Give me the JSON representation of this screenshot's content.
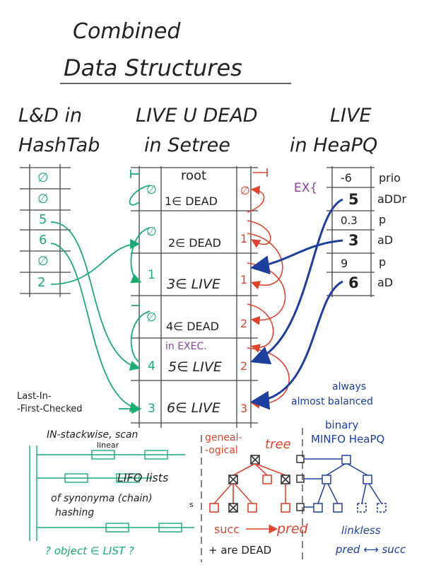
{
  "title": {
    "line1": "Combined",
    "line2": "Data Structures"
  },
  "columns": {
    "hash": {
      "line1": "L&D in",
      "line2": "HashTab"
    },
    "setree": {
      "line1": "LIVE U DEAD",
      "line2": "in Setree"
    },
    "heap": {
      "line1": "LIVE",
      "line2": "in HeaPQ"
    }
  },
  "hashtab": {
    "slots": [
      "∅",
      "∅",
      "5",
      "6",
      "∅",
      "2"
    ]
  },
  "setree": {
    "root": "root",
    "entries": [
      {
        "id": "1",
        "text": "1∈ DEAD",
        "state": "dead",
        "pred": "∅",
        "succ": "∅"
      },
      {
        "id": "2",
        "text": "2∈ DEAD",
        "state": "dead",
        "pred": "∅",
        "succ": "1"
      },
      {
        "id": "3",
        "text": "3∈ LIVE",
        "state": "live",
        "pred": "1",
        "succ": "1"
      },
      {
        "id": "4",
        "text": "4∈ DEAD",
        "state": "dead",
        "pred": "∅",
        "succ": "2"
      },
      {
        "id": "5",
        "text": "5∈ LIVE",
        "state": "live",
        "pred": "4",
        "succ": "2"
      },
      {
        "id": "6",
        "text": "6∈ LIVE",
        "state": "live",
        "pred": "3",
        "succ": "3"
      }
    ],
    "exec_note": "in EXEC."
  },
  "heap": {
    "ex_label": "EX{",
    "rows": [
      {
        "num": "-6",
        "label": "prio"
      },
      {
        "num": "5",
        "label": "aDDr"
      },
      {
        "num": "0.3",
        "label": "p"
      },
      {
        "num": "3",
        "label": "aD"
      },
      {
        "num": "9",
        "label": "p"
      },
      {
        "num": "6",
        "label": "aD"
      }
    ],
    "note_line1": "always",
    "note_line2": "almost balanced"
  },
  "notes": {
    "lifc_line1": "Last-In-",
    "lifc_line2": "-First-Checked",
    "stackwise": "IN-stackwise, scan",
    "linear": "linear",
    "lifo": "LIFO lists",
    "synonyms": "of synonyma (chain)",
    "synonyms_s": "s",
    "hashing": "hashing",
    "query": "? object ∈ LIST ?",
    "genealogical1": "geneal-",
    "genealogical2": "-ogical",
    "tree": "tree",
    "succ": "succ",
    "pred": "pred",
    "dead": "+ are DEAD",
    "binary": "binary",
    "minfo": "MINFO HeaPQ",
    "linkless": "linkless",
    "pred_succ": "pred ⟷ succ"
  },
  "colors": {
    "green": "#1aaa72",
    "red": "#e0442f",
    "blue": "#1d3f9e",
    "purple": "#8a3ea0",
    "ink": "#222222"
  }
}
